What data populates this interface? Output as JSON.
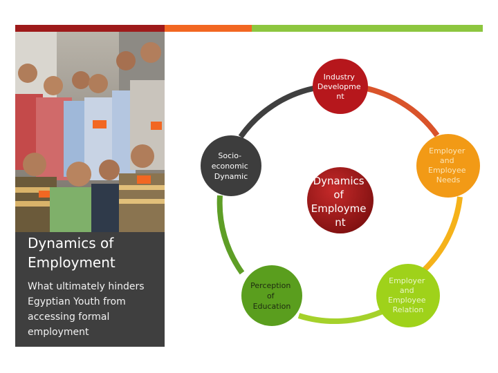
{
  "header": {
    "bar_colors": [
      "#9e1a1a",
      "#f26722",
      "#8dc63f"
    ]
  },
  "caption": {
    "title": "Dynamics of\nEmployment",
    "body": "What ultimately hinders\nEgyptian Youth from\naccessing formal\nemployment"
  },
  "diagram": {
    "center": {
      "lines": [
        "Dynamics",
        "of",
        "Employme",
        "nt"
      ],
      "color": "#9e1a1a"
    },
    "nodes": [
      {
        "id": "industry",
        "lines": [
          "Industry",
          "Developme",
          "nt"
        ],
        "color": "#b6171c",
        "text_color": "#ffffff"
      },
      {
        "id": "needs",
        "lines": [
          "Employer",
          "and",
          "Employee",
          "Needs"
        ],
        "color": "#f29a16",
        "text_color": "#fbe5b8"
      },
      {
        "id": "relation",
        "lines": [
          "Employer",
          "and",
          "Employee",
          "Relation"
        ],
        "color": "#9fd21a",
        "text_color": "#eaf6c9"
      },
      {
        "id": "perception",
        "lines": [
          "Perception",
          "of",
          "Education"
        ],
        "color": "#5a9e1e",
        "text_color": "#1e2b10"
      },
      {
        "id": "socio",
        "lines": [
          "Socio-",
          "economic",
          "Dynamic"
        ],
        "color": "#3d3d3d",
        "text_color": "#ffffff"
      }
    ]
  }
}
